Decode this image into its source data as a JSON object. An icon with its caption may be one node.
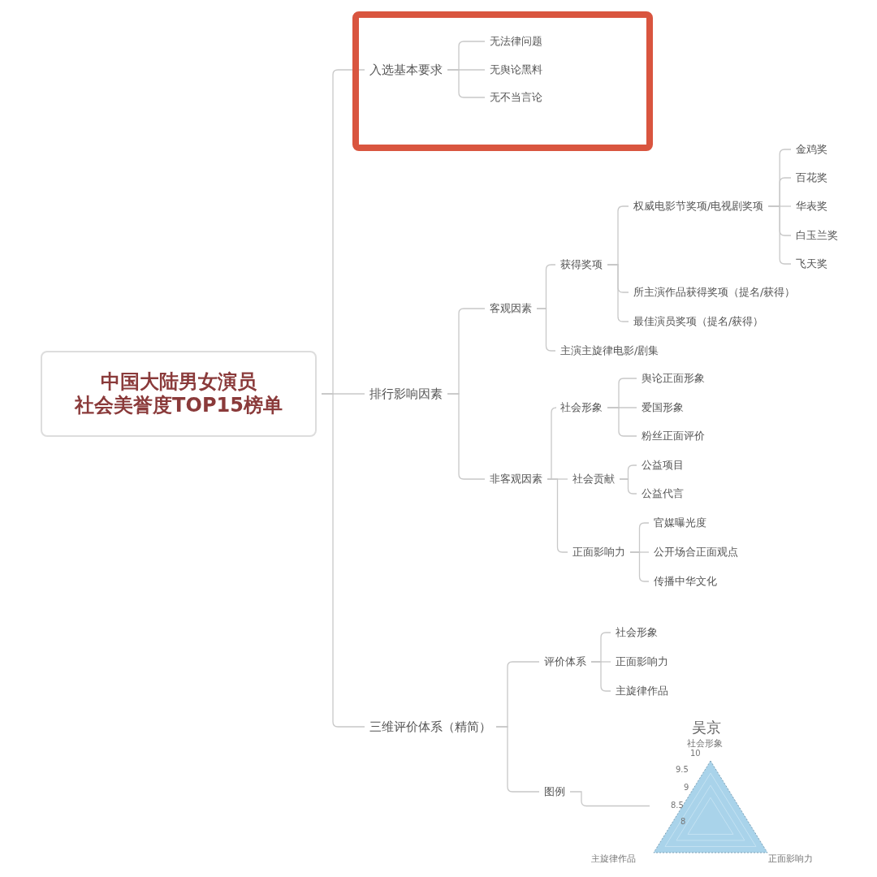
{
  "diagram": {
    "nodes": [
      {
        "text": [
          "中国大陆男女演员社会美誉度TOP15榜单"
        ]
      },
      {
        "text": [],
        "shape": "box"
      },
      {
        "text": [
          "入选基本要求"
        ],
        "in": 1
      },
      {
        "text": [
          "无法律问题"
        ],
        "in": 1
      },
      {
        "text": [
          "无舆论黑料"
        ],
        "in": 1
      },
      {
        "text": [
          "无不当言论"
        ],
        "in": 1
      },
      {
        "text": [
          "排行影响因素"
        ]
      },
      {
        "text": [
          "客观因素"
        ]
      },
      {
        "text": [
          "获得奖项"
        ]
      },
      {
        "text": [
          "权威电影节奖项/电视剧奖项"
        ]
      },
      {
        "text": [
          "金鸡奖"
        ]
      },
      {
        "text": [
          "百花奖"
        ]
      },
      {
        "text": [
          "华表奖"
        ]
      },
      {
        "text": [
          "白玉兰奖"
        ]
      },
      {
        "text": [
          "飞天奖"
        ]
      },
      {
        "text": [
          "所主演作品获得奖项（提名/获得）"
        ]
      },
      {
        "text": [
          "最佳演员奖项（提名/获得）"
        ]
      },
      {
        "text": [
          "主演主旋律电影/剧集"
        ]
      },
      {
        "text": [
          "非客观因素"
        ]
      },
      {
        "text": [
          "社会形象"
        ]
      },
      {
        "text": [
          "舆论正面形象"
        ]
      },
      {
        "text": [
          "爱国形象"
        ]
      },
      {
        "text": [
          "粉丝正面评价"
        ]
      },
      {
        "text": [
          "社会贡献"
        ]
      },
      {
        "text": [
          "公益项目"
        ]
      },
      {
        "text": [
          "公益代言"
        ]
      },
      {
        "text": [
          "正面影响力"
        ]
      },
      {
        "text": [
          "官媒曝光度"
        ]
      },
      {
        "text": [
          "公开场合正面观点"
        ]
      },
      {
        "text": [
          "传播中华文化"
        ]
      },
      {
        "text": [
          "三维评价体系（精简）"
        ]
      },
      {
        "text": [
          "评价体系"
        ]
      },
      {
        "text": [
          "社会形象"
        ]
      },
      {
        "text": [
          "正面影响力"
        ]
      },
      {
        "text": [
          "主旋律作品"
        ]
      },
      {
        "text": [
          "图例"
        ]
      },
      {
        "text": [],
        "shape": "picture"
      }
    ],
    "edges": [
      {
        "from": 0,
        "to": 2,
        "arrow": "none"
      },
      {
        "from": 0,
        "to": 6,
        "arrow": "none"
      },
      {
        "from": 0,
        "to": 30,
        "arrow": "none"
      },
      {
        "from": 2,
        "to": 3,
        "arrow": "none"
      },
      {
        "from": 2,
        "to": 4,
        "arrow": "none"
      },
      {
        "from": 2,
        "to": 5,
        "arrow": "none"
      },
      {
        "from": 6,
        "to": 7,
        "arrow": "none"
      },
      {
        "from": 6,
        "to": 18,
        "arrow": "none"
      },
      {
        "from": 7,
        "to": 8,
        "arrow": "none"
      },
      {
        "from": 7,
        "to": 17,
        "arrow": "none"
      },
      {
        "from": 8,
        "to": 9,
        "arrow": "none"
      },
      {
        "from": 8,
        "to": 15,
        "arrow": "none"
      },
      {
        "from": 8,
        "to": 16,
        "arrow": "none"
      },
      {
        "from": 9,
        "to": 10,
        "arrow": "none"
      },
      {
        "from": 9,
        "to": 11,
        "arrow": "none"
      },
      {
        "from": 9,
        "to": 12,
        "arrow": "none"
      },
      {
        "from": 9,
        "to": 13,
        "arrow": "none"
      },
      {
        "from": 9,
        "to": 14,
        "arrow": "none"
      },
      {
        "from": 18,
        "to": 19,
        "arrow": "none"
      },
      {
        "from": 18,
        "to": 23,
        "arrow": "none"
      },
      {
        "from": 18,
        "to": 26,
        "arrow": "none"
      },
      {
        "from": 19,
        "to": 20,
        "arrow": "none"
      },
      {
        "from": 19,
        "to": 21,
        "arrow": "none"
      },
      {
        "from": 19,
        "to": 22,
        "arrow": "none"
      },
      {
        "from": 23,
        "to": 24,
        "arrow": "none"
      },
      {
        "from": 23,
        "to": 25,
        "arrow": "none"
      },
      {
        "from": 26,
        "to": 27,
        "arrow": "none"
      },
      {
        "from": 26,
        "to": 28,
        "arrow": "none"
      },
      {
        "from": 26,
        "to": 29,
        "arrow": "none"
      },
      {
        "from": 30,
        "to": 31,
        "arrow": "none"
      },
      {
        "from": 30,
        "to": 35,
        "arrow": "none"
      },
      {
        "from": 31,
        "to": 32,
        "arrow": "none"
      },
      {
        "from": 31,
        "to": 33,
        "arrow": "none"
      },
      {
        "from": 31,
        "to": 34,
        "arrow": "none"
      },
      {
        "from": 35,
        "to": 36,
        "arrow": "none"
      }
    ],
    "labels": [
      "吴京",
      "社会形象",
      "10",
      "9.5",
      "9",
      "8.5",
      "8",
      "主旋律作品",
      "正面影响力"
    ]
  }
}
